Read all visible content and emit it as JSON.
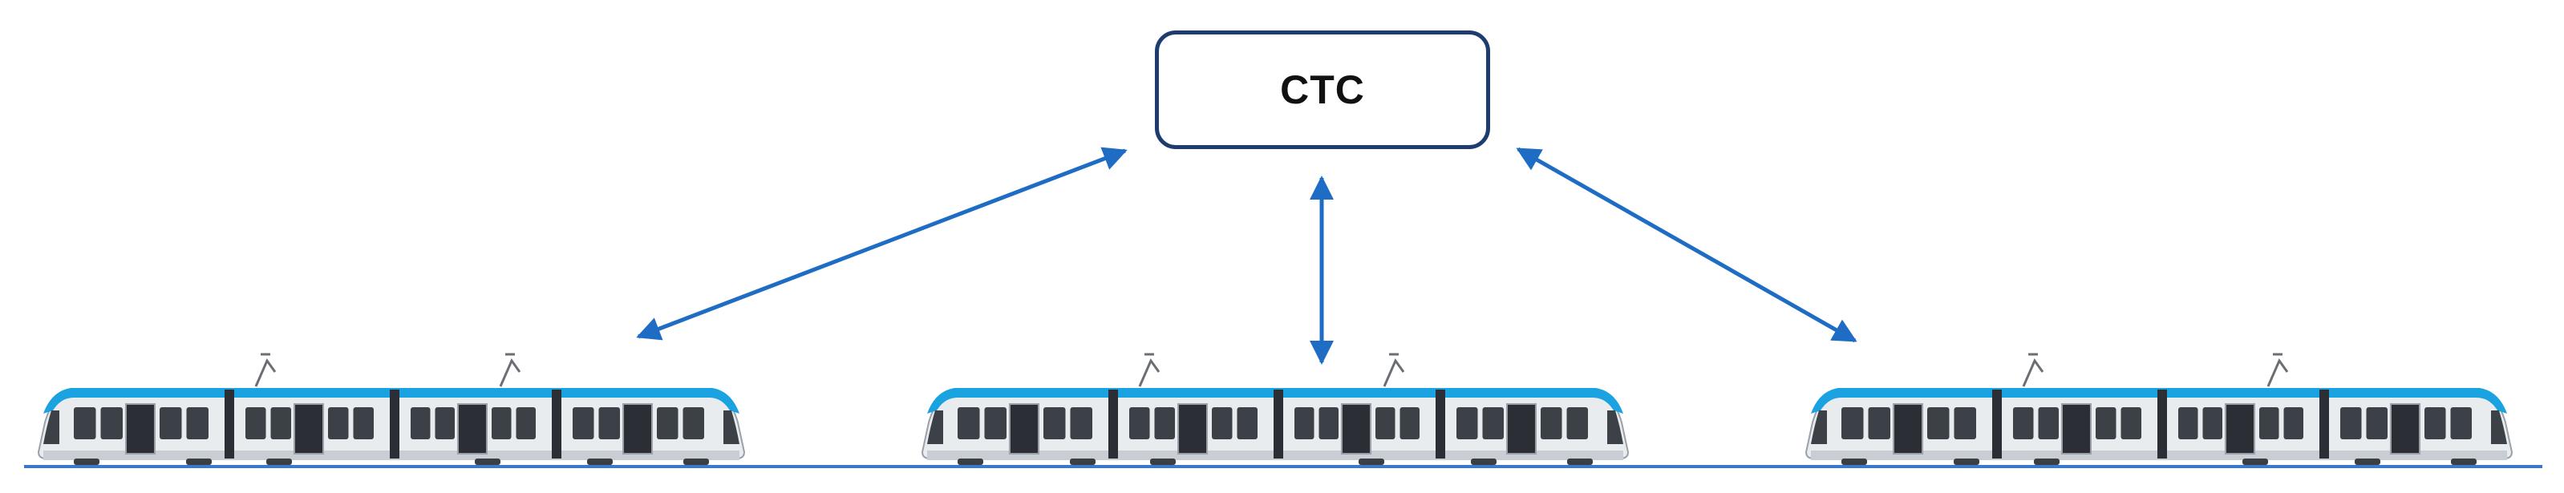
{
  "diagram": {
    "center_node": {
      "label": "CTC"
    },
    "trains": [
      {
        "id": "train-left"
      },
      {
        "id": "train-center"
      },
      {
        "id": "train-right"
      }
    ],
    "links": [
      {
        "from": "CTC",
        "to": "train-left",
        "direction": "bidirectional"
      },
      {
        "from": "CTC",
        "to": "train-center",
        "direction": "bidirectional"
      },
      {
        "from": "CTC",
        "to": "train-right",
        "direction": "bidirectional"
      }
    ],
    "colors": {
      "arrow": "#1e6cc4",
      "box_border": "#1f3c70",
      "track": "#3a78c9",
      "train_body": "#e9ecef",
      "train_stripe": "#1aa3e0",
      "window": "#3c4148",
      "door": "#2b2f35"
    }
  }
}
